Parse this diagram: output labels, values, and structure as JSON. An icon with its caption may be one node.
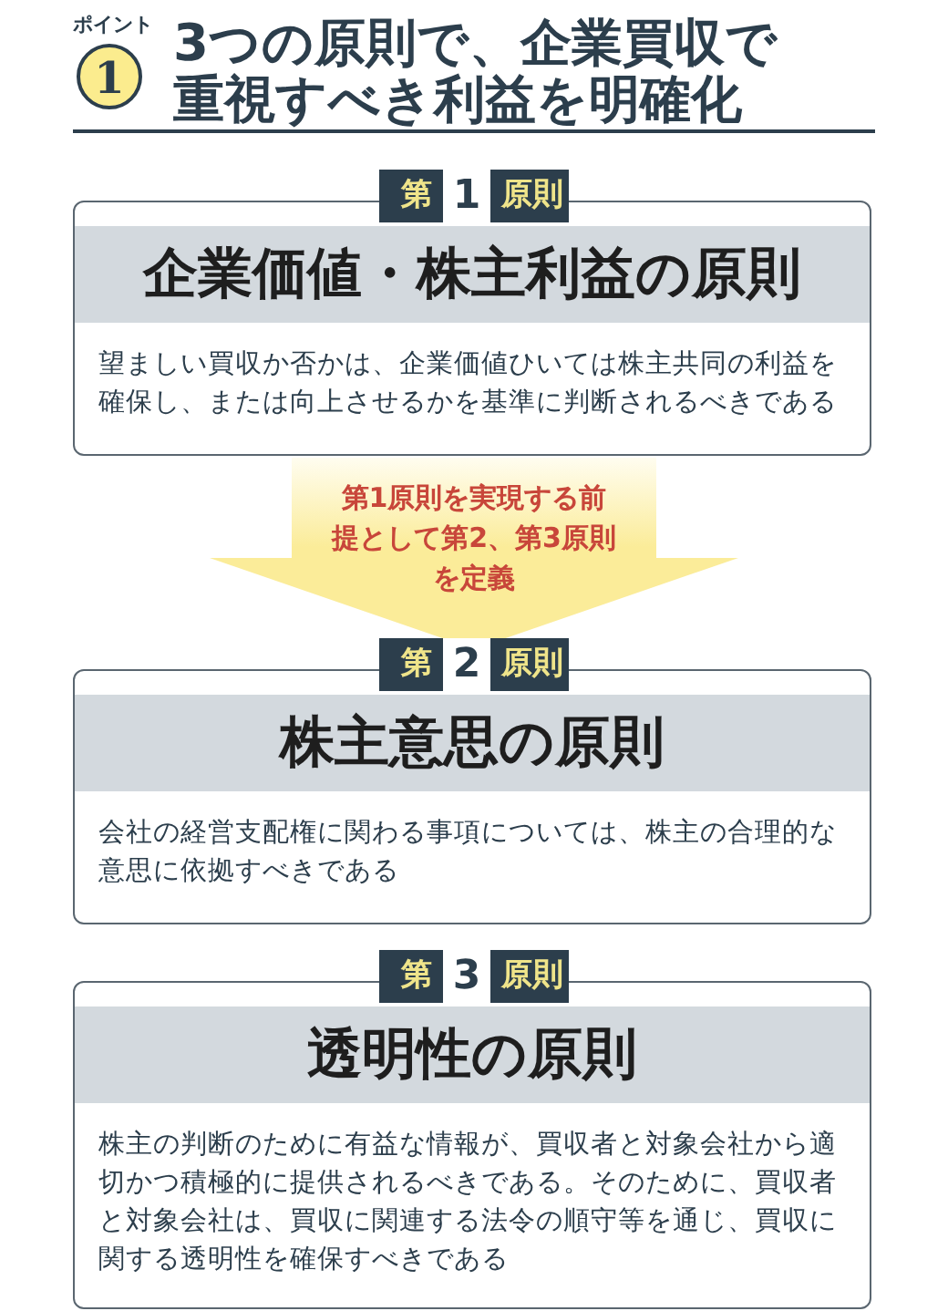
{
  "diagram": {
    "title": "3つの原則で、企業買収で重視すべき利益を明確化",
    "nodes": [
      {
        "text": [
          "第",
          "1",
          "原則",
          "企業価値・株主利益の原則",
          "望ましい買収か否かは、企業価値ひいては株主共同の利益を確保し、または向上させるかを基準に判断されるべきである"
        ]
      },
      {
        "text": [
          "第",
          "2",
          "原則",
          "株主意思の原則",
          "会社の経営支配権に関わる事項については、株主の合理的な意思に依拠すべきである"
        ]
      },
      {
        "text": [
          "第",
          "3",
          "原則",
          "透明性の原則",
          "株主の判断のために有益な情報が、買収者と対象会社から適切かつ積極的に提供されるべきである。そのために、買収者と対象会社は、買収に関連する法令の順守等を通じ、買収に関する透明性を確保すべきである"
        ]
      }
    ],
    "edges": [
      {
        "from": 0,
        "to": 1,
        "arrow": "to",
        "label": "第1原則を実現する前提として第2、第3原則を定義"
      }
    ],
    "labels": [
      "ポイント",
      "1"
    ]
  }
}
